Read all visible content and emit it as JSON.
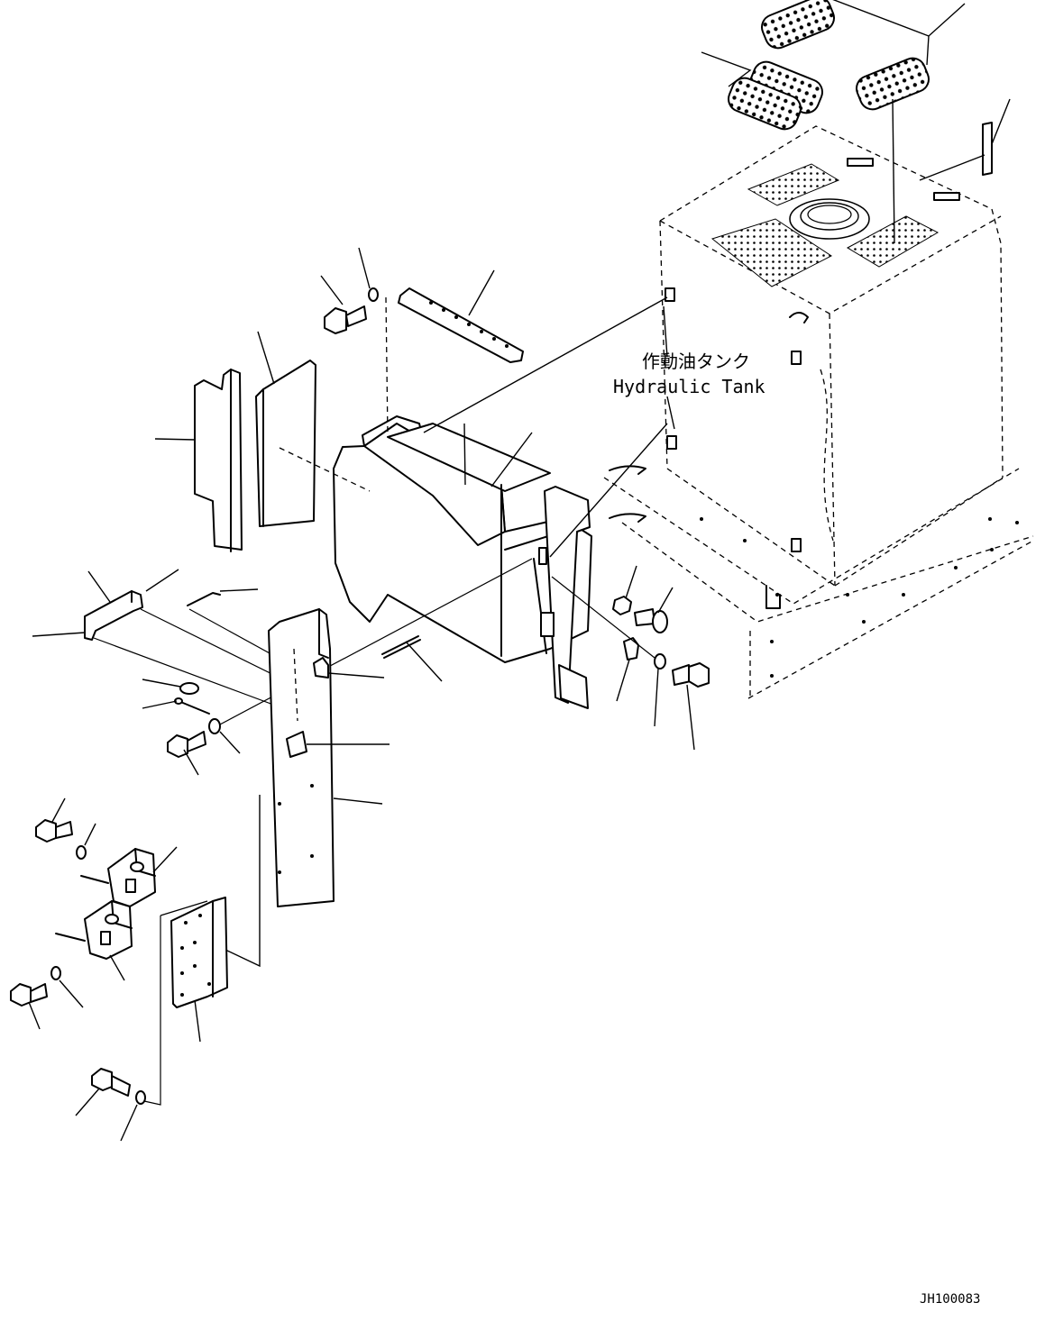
{
  "labels": {
    "tank_jp": "作動油タンク",
    "tank_en": "Hydraulic Tank",
    "drawing_code": "JH100083"
  }
}
